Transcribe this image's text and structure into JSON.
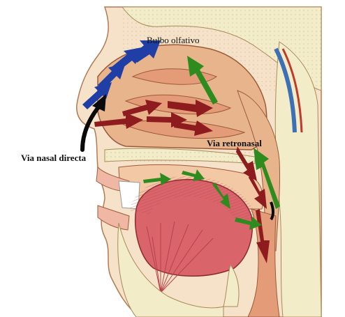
{
  "labels": {
    "bulbo": "Bulbo olfativo",
    "retronasal": "Via retronasal",
    "nasal_directa": "Via nasal directa"
  },
  "colors": {
    "blue_arrow": "#1f3fa6",
    "red_arrow": "#8e1b1e",
    "green_arrow": "#2e8b1e",
    "black_arrow": "#0a0a0a",
    "cavity": "#e8b48c",
    "tissue": "#f2c9a4",
    "bone": "#f3ecc9",
    "tongue": "#d9646a",
    "muscle": "#e8a59a",
    "skin": "#f6e2c8"
  },
  "arrows": [
    {
      "name": "blue-arrow",
      "count": 4,
      "meaning": "nasal airflow toward olfactory bulb"
    },
    {
      "name": "red-arrow",
      "count": 8,
      "meaning": "retronasal flow"
    },
    {
      "name": "green-arrow",
      "count": 6,
      "meaning": "oral to nasal flow"
    }
  ]
}
